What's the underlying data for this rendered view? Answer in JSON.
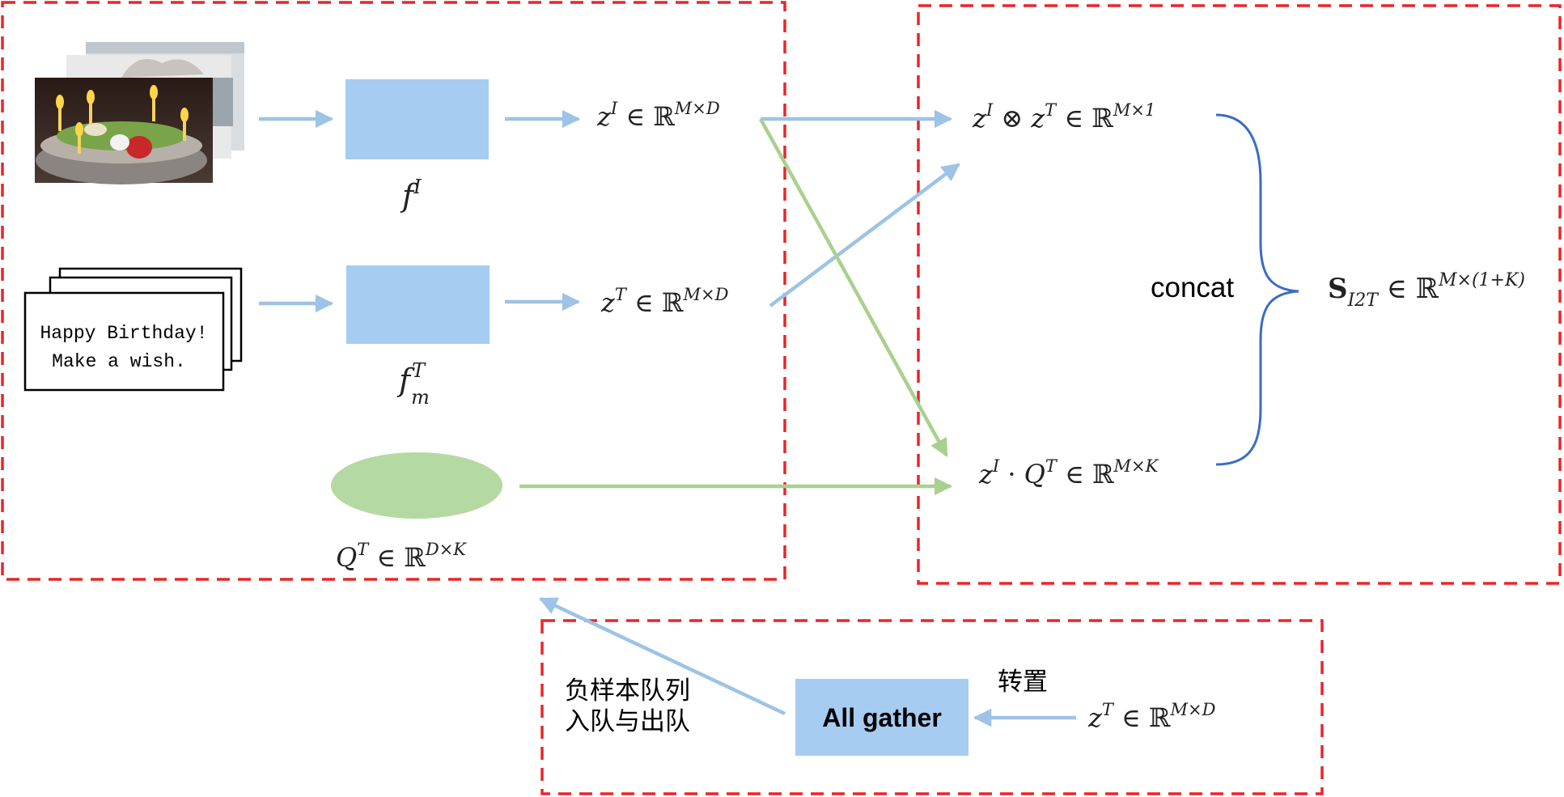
{
  "colors": {
    "dashed_border": "#e8262a",
    "module_fill": "#a7ccf2",
    "blue_arrow": "#9dc3e6",
    "green_arrow": "#a9d18e",
    "queue_fill": "#b5d9a2",
    "brace": "#3b6cc4",
    "card_text": "#000000"
  },
  "image_stack": {
    "icon": "photo-stack-birthday-cake-icon"
  },
  "text_card": {
    "lines": [
      "Happy Birthday!",
      "Make a wish."
    ]
  },
  "labels": {
    "image_encoder": "f^I",
    "text_encoder": "f_m^T",
    "queue": "Q^T ∈ ℝ^{D×K}",
    "z_image": "z^I ∈ ℝ^{M×D}",
    "z_text": "z^T ∈ ℝ^{M×D}",
    "positive_sim": "z^I ⊗ z^T ∈ ℝ^{M×1}",
    "negative_sim": "z^I · Q^T ∈ ℝ^{M×K}",
    "concat": "concat",
    "output": "S_{I2T} ∈ ℝ^{M×(1+K)}",
    "all_gather": "All gather",
    "transpose": "转置",
    "z_text_bottom": "z^T ∈ ℝ^{M×D}",
    "queue_update_line1": "负样本队列",
    "queue_update_line2": "入队与出队"
  }
}
